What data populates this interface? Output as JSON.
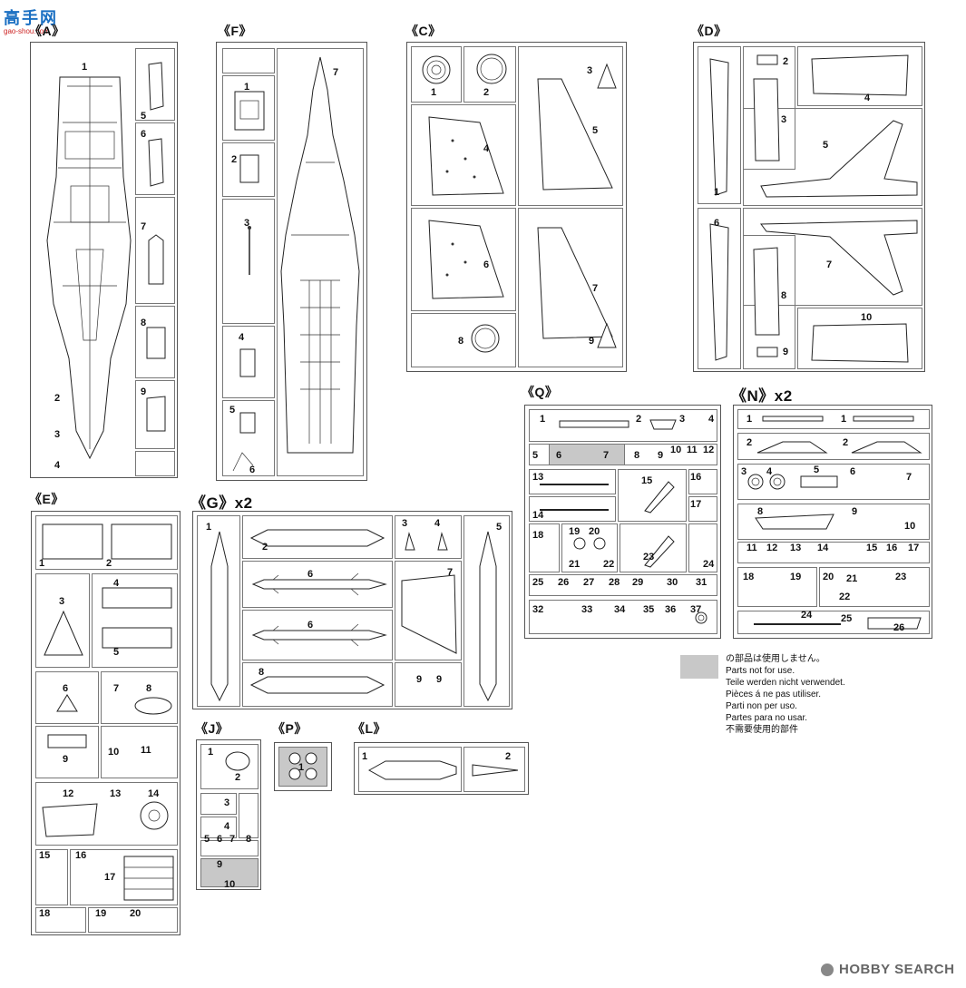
{
  "watermark_top": "高手网",
  "watermark_top_sub": "gao-shou.com",
  "footer_logo": "HOBBY SEARCH",
  "sections": {
    "A": {
      "label": "《A》",
      "numbers": [
        "1",
        "2",
        "3",
        "4",
        "5",
        "6",
        "7",
        "8",
        "9"
      ]
    },
    "F": {
      "label": "《F》",
      "numbers": [
        "1",
        "2",
        "3",
        "4",
        "5",
        "6",
        "7"
      ]
    },
    "C": {
      "label": "《C》",
      "numbers": [
        "1",
        "2",
        "3",
        "4",
        "5",
        "6",
        "7",
        "8",
        "9"
      ]
    },
    "D": {
      "label": "《D》",
      "numbers": [
        "1",
        "2",
        "3",
        "4",
        "5",
        "6",
        "7",
        "8",
        "9",
        "10"
      ]
    },
    "Q": {
      "label": "《Q》",
      "numbers": [
        "1",
        "2",
        "3",
        "4",
        "5",
        "6",
        "7",
        "8",
        "9",
        "10",
        "11",
        "12",
        "13",
        "14",
        "15",
        "16",
        "17",
        "18",
        "19",
        "20",
        "21",
        "22",
        "23",
        "24",
        "25",
        "26",
        "27",
        "28",
        "29",
        "30",
        "31",
        "32",
        "33",
        "34",
        "35",
        "36",
        "37"
      ]
    },
    "N": {
      "label": "《N》x2",
      "numbers": [
        "1",
        "1",
        "2",
        "2",
        "3",
        "4",
        "5",
        "6",
        "7",
        "8",
        "9",
        "10",
        "11",
        "12",
        "13",
        "14",
        "15",
        "16",
        "17",
        "18",
        "19",
        "20",
        "21",
        "22",
        "23",
        "24",
        "25",
        "26"
      ]
    },
    "E": {
      "label": "《E》",
      "numbers": [
        "1",
        "2",
        "3",
        "4",
        "5",
        "6",
        "7",
        "8",
        "9",
        "10",
        "11",
        "12",
        "13",
        "14",
        "15",
        "16",
        "17",
        "18",
        "19",
        "20"
      ]
    },
    "G": {
      "label": "《G》x2",
      "numbers": [
        "1",
        "2",
        "3",
        "4",
        "5",
        "6",
        "6",
        "7",
        "8",
        "9",
        "9"
      ]
    },
    "J": {
      "label": "《J》",
      "numbers": [
        "1",
        "2",
        "3",
        "4",
        "5",
        "6",
        "7",
        "8",
        "9",
        "10"
      ]
    },
    "P": {
      "label": "《P》",
      "numbers": [
        "1"
      ]
    },
    "L": {
      "label": "《L》",
      "numbers": [
        "1",
        "2"
      ]
    }
  },
  "legend": {
    "swatch_color": "#c8c8c8",
    "lines": [
      "の部品は使用しません。",
      "Parts not for use.",
      "Teile werden nicht verwendet.",
      "Pièces á ne pas utiliser.",
      "Parti non per uso.",
      "Partes para no usar.",
      "不需要使用的部件"
    ]
  }
}
